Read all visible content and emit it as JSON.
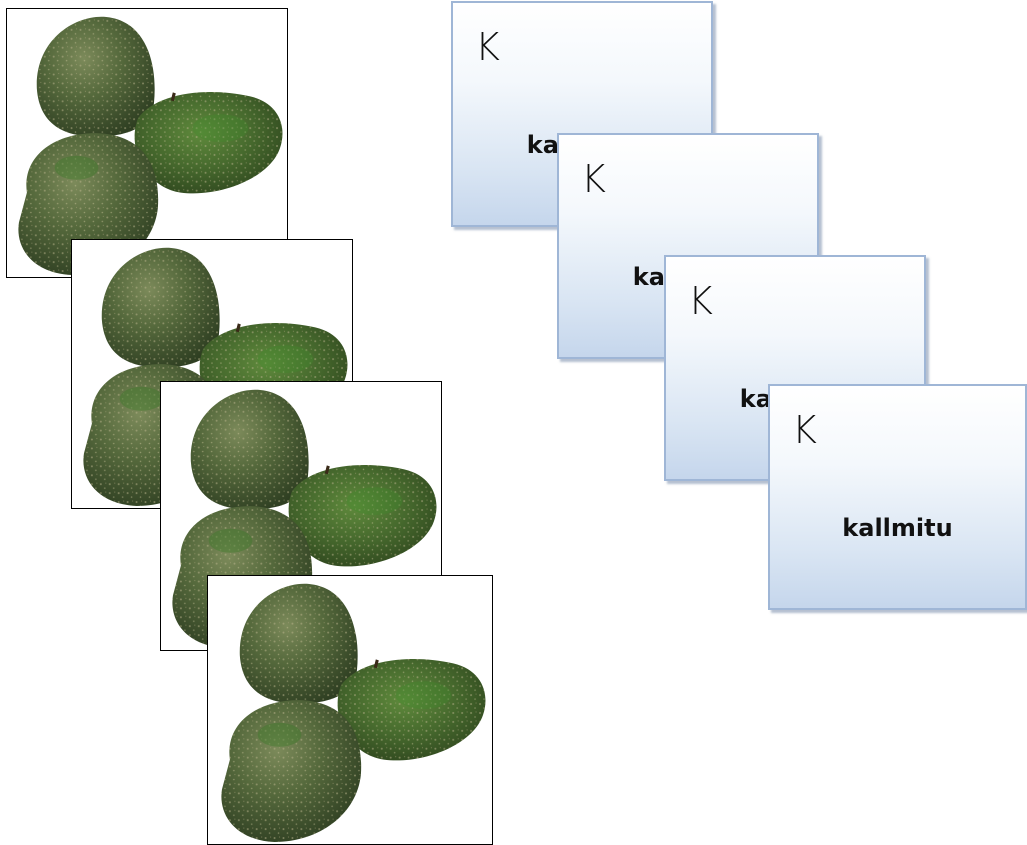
{
  "cards": [
    {
      "letter": "K",
      "word": "kallmitu"
    },
    {
      "letter": "K",
      "word": "kallmitu"
    },
    {
      "letter": "K",
      "word": "kallmitu"
    },
    {
      "letter": "K",
      "word": "kallmitu"
    }
  ],
  "photos": [
    {
      "icon": "avocado-image"
    },
    {
      "icon": "avocado-image"
    },
    {
      "icon": "avocado-image"
    },
    {
      "icon": "avocado-image"
    }
  ],
  "colors": {
    "card_border": "#9fb6d6",
    "card_gradient_bottom": "#c5d6ec",
    "fruit_green": "#4a6a36"
  }
}
